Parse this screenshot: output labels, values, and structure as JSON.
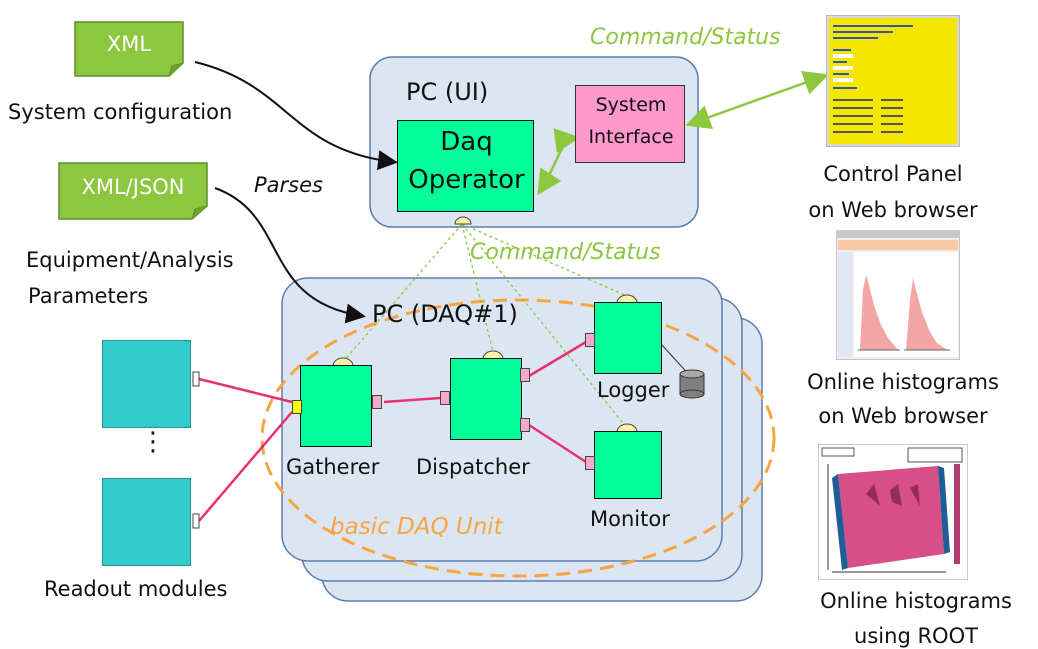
{
  "inputs": {
    "xml_doc": "XML",
    "xml_caption": "System configuration",
    "xmljson_doc": "XML/JSON",
    "equip_caption_line1": "Equipment/Analysis",
    "equip_caption_line2": "Parameters",
    "parses": "Parses"
  },
  "pc_ui": {
    "title": "PC (UI)",
    "daq_operator_line1": "Daq",
    "daq_operator_line2": "Operator",
    "system_interface_line1": "System",
    "system_interface_line2": "Interface"
  },
  "command_status_top": "Command/Status",
  "command_status_mid": "Command/Status",
  "pc_daq": {
    "title": "PC (DAQ#1)",
    "gatherer": "Gatherer",
    "dispatcher": "Dispatcher",
    "logger": "Logger",
    "monitor": "Monitor",
    "unit_label": "basic DAQ Unit"
  },
  "readout": {
    "caption": "Readout modules",
    "dots": "⋮"
  },
  "right_panels": {
    "control_line1": "Control Panel",
    "control_line2": "on Web browser",
    "hist_web_line1": "Online histograms",
    "hist_web_line2": "on Web browser",
    "hist_root_line1": "Online histograms",
    "hist_root_line2": "using ROOT"
  },
  "colors": {
    "doc_green": "#8dc63f",
    "module_green": "#00ff99",
    "pc_fill": "#dce6f2",
    "pink_box": "#ff99cc",
    "teal": "#33cccc",
    "orange": "#f7a541",
    "link_pink": "#e8306f",
    "yellow_panel": "#f5e600"
  }
}
